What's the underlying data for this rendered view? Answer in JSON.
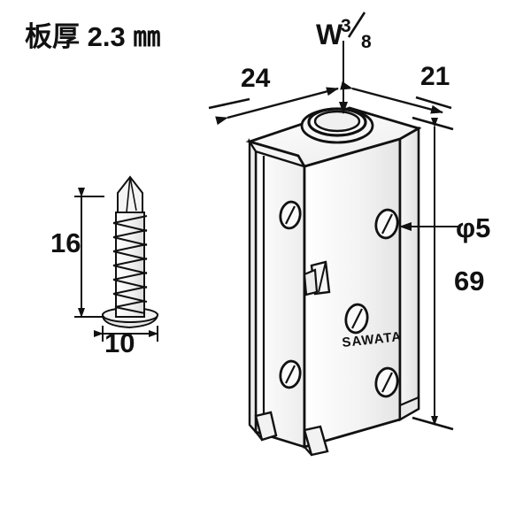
{
  "drawing": {
    "title": "sheet-metal channel bracket isometric dimension drawing",
    "background_color": "#ffffff",
    "line_color": "#111111",
    "face_fill_light": "#fbfbfb",
    "face_fill_mid": "#f1f1f1",
    "face_fill_dark": "#e6e6e6"
  },
  "annotations": {
    "thickness_note": "板厚 2.3 ㎜",
    "thread_spec_letter": "W",
    "thread_spec_numerator": "3",
    "thread_spec_denominator": "8",
    "width_left": "24",
    "width_right": "21",
    "height": "69",
    "hole_diameter": "φ5",
    "screw_length": "16",
    "screw_head_width": "10",
    "brand": "SAWATA"
  },
  "parts": {
    "bracket": {
      "name": "channel bracket",
      "holes_front_face": 3,
      "holes_side_face": 2,
      "top_boss": "threaded-hole-boss",
      "bottom_feature": "bent tabs",
      "mid_feature": "bent clip tab"
    },
    "screw": {
      "name": "self-drilling screw",
      "head_type": "wafer head",
      "point_type": "drill point",
      "thread_turns": 7
    }
  }
}
